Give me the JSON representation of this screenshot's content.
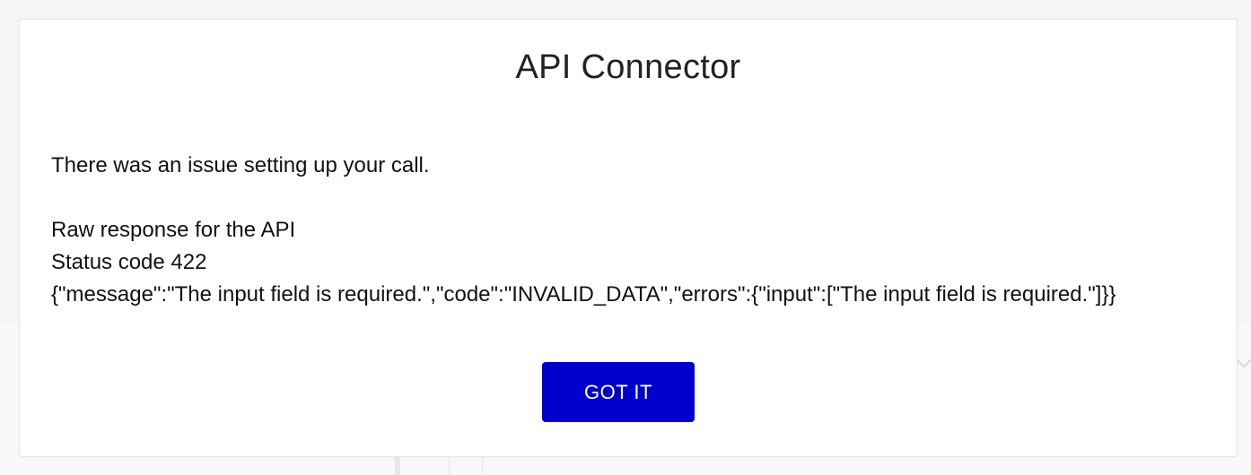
{
  "modal": {
    "title": "API Connector",
    "message": "There was an issue setting up your call.",
    "raw_response_label": "Raw response for the API",
    "status_line": "Status code 422",
    "response_body": "{\"message\":\"The input field is required.\",\"code\":\"INVALID_DATA\",\"errors\":{\"input\":[\"The input field is required.\"]}}",
    "confirm_label": "GOT IT"
  },
  "colors": {
    "button_bg": "#0000cc",
    "button_text": "#ffffff",
    "modal_bg": "#ffffff",
    "backdrop": "#f5f5f6"
  },
  "icons": {
    "edge": "chevron-down-icon"
  }
}
